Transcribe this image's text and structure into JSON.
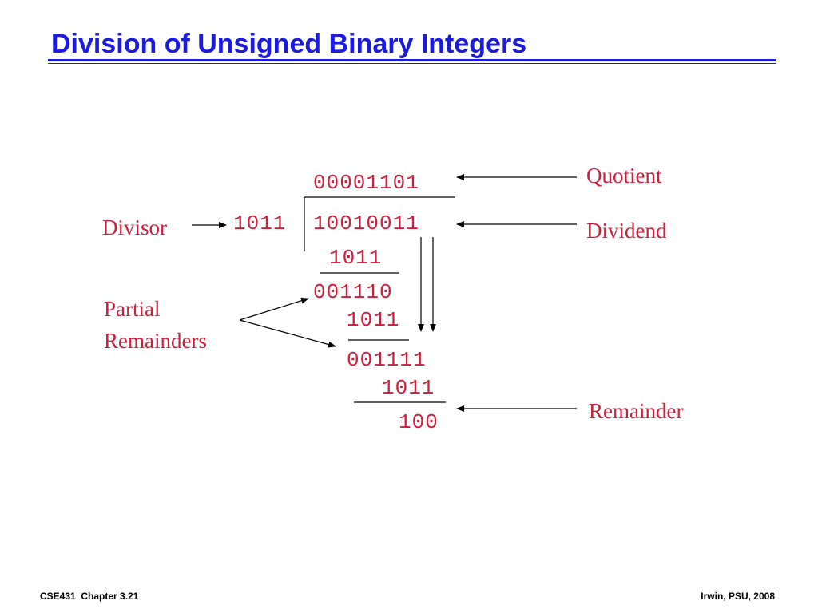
{
  "slide": {
    "title": "Division of Unsigned Binary Integers",
    "accent_color": "#1a1ae0",
    "text_color": "#cc1f3a"
  },
  "division": {
    "quotient": "00001101",
    "divisor": "1011",
    "dividend": "10010011",
    "steps": [
      "1011",
      "001110",
      "1011",
      "001111",
      "1011"
    ],
    "remainder": "100"
  },
  "labels": {
    "quotient": "Quotient",
    "dividend": "Dividend",
    "divisor": "Divisor",
    "partial_line1": "Partial",
    "partial_line2": "Remainders",
    "remainder": "Remainder"
  },
  "footer": {
    "left": "CSE431  Chapter 3.21",
    "right": "Irwin, PSU, 2008"
  }
}
